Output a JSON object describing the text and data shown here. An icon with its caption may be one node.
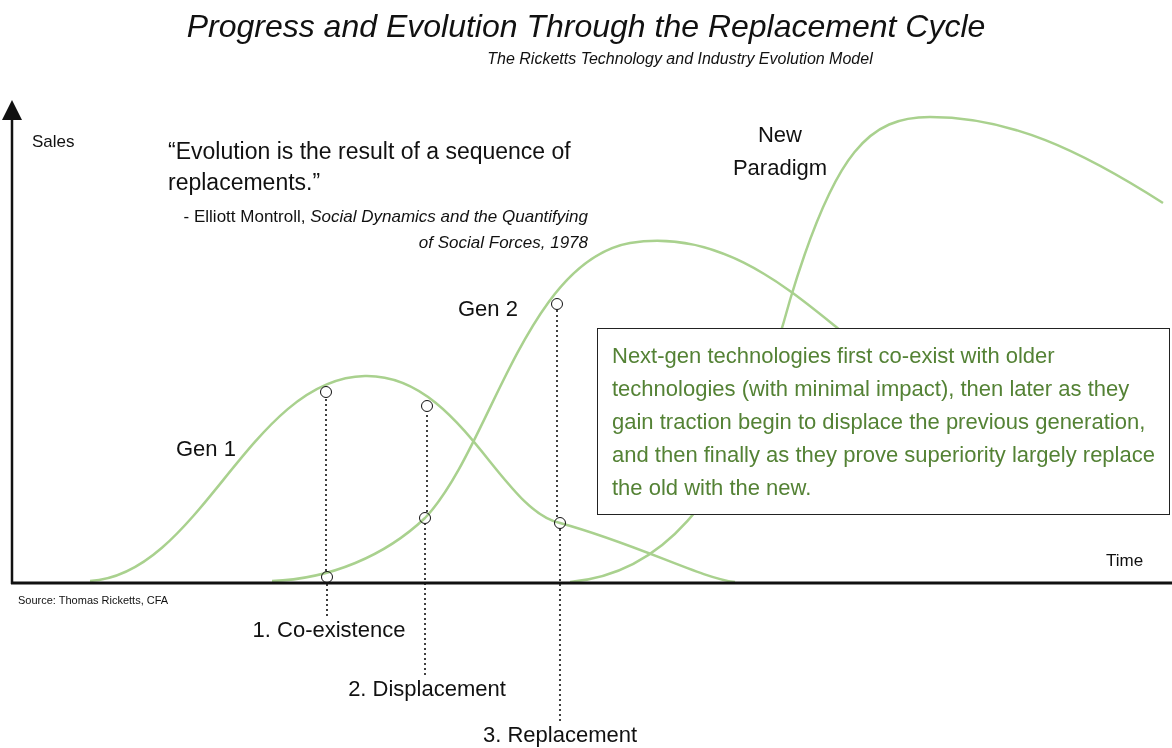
{
  "diagram": {
    "title": "Progress and Evolution Through the Replacement Cycle",
    "nodes": [
      {
        "text": [
          "1. Co-existence"
        ]
      },
      {
        "text": [],
        "shape": "circle"
      },
      {
        "text": [],
        "shape": "circle"
      },
      {
        "text": [
          "2. Displacement"
        ]
      },
      {
        "text": [],
        "shape": "circle"
      },
      {
        "text": [],
        "shape": "circle"
      },
      {
        "text": [
          "3. Replacement"
        ]
      },
      {
        "text": [],
        "shape": "circle"
      },
      {
        "text": [],
        "shape": "circle"
      },
      {
        "text": [
          "Next-gen technologies first co-exist with older technologies (with minimal impact), then later as they gain traction begin to displace the previous generation, and then finally as they prove superiority largely replace the old with the new."
        ]
      }
    ],
    "edges": [
      {
        "from": 0,
        "to": 1,
        "arrow": "none",
        "style": "dashed"
      },
      {
        "from": 1,
        "to": 2,
        "arrow": "none",
        "style": "dashed"
      },
      {
        "from": 3,
        "to": 4,
        "arrow": "none",
        "style": "dashed"
      },
      {
        "from": 4,
        "to": 5,
        "arrow": "none",
        "style": "dashed"
      },
      {
        "from": 6,
        "to": 7,
        "arrow": "none",
        "style": "dashed"
      },
      {
        "from": 7,
        "to": 8,
        "arrow": "none",
        "style": "dashed"
      }
    ],
    "labels": [
      "The Ricketts Technology and Industry Evolution Model",
      "Sales",
      "“Evolution is the result of a sequence of replacements.”",
      "- Elliott Montroll, *Social Dynamics and the Quantifying of Social Forces, 1978*",
      "New Paradigm",
      "Gen 2",
      "Gen 1",
      "Time",
      "Source: Thomas Ricketts, CFA"
    ]
  }
}
